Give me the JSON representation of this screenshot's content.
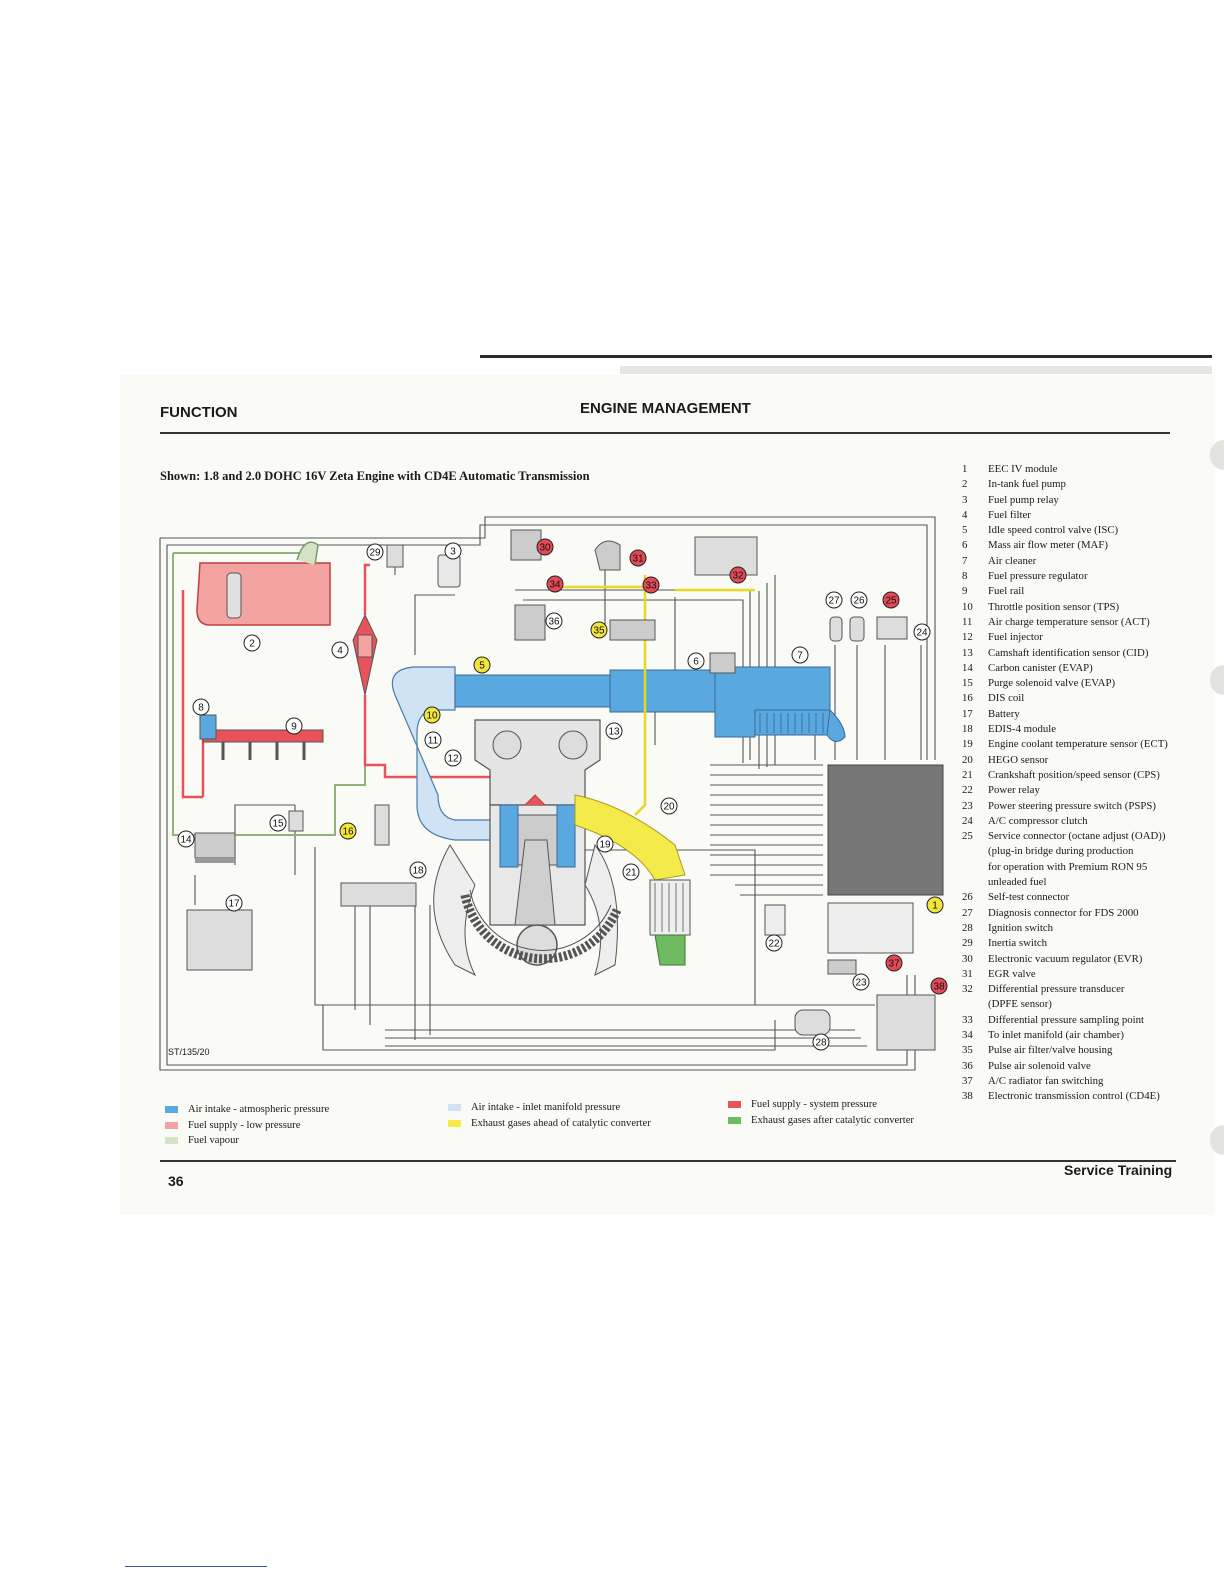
{
  "header": {
    "section": "FUNCTION",
    "title": "ENGINE MANAGEMENT"
  },
  "caption": "Shown: 1.8 and 2.0 DOHC 16V Zeta Engine with CD4E Automatic Transmission",
  "drawing_code": "ST/135/20",
  "footer": {
    "page_number": "36",
    "brand": "Service Training"
  },
  "colors": {
    "air_atmospheric": "#5aa8e0",
    "air_manifold": "#cfe3f4",
    "fuel_low": "#f4a3a3",
    "fuel_system": "#e8525a",
    "fuel_vapour": "#d3e3c3",
    "exhaust_before": "#f4ea4a",
    "exhaust_after": "#6fbb62",
    "marker_red": "#e34a55",
    "marker_yellow": "#f2e53c"
  },
  "parts": [
    {
      "n": "1",
      "t": "EEC IV module"
    },
    {
      "n": "2",
      "t": "In-tank fuel pump"
    },
    {
      "n": "3",
      "t": "Fuel pump relay"
    },
    {
      "n": "4",
      "t": "Fuel filter"
    },
    {
      "n": "5",
      "t": "Idle speed control valve (ISC)"
    },
    {
      "n": "6",
      "t": "Mass air flow meter (MAF)"
    },
    {
      "n": "7",
      "t": "Air cleaner"
    },
    {
      "n": "8",
      "t": "Fuel pressure regulator"
    },
    {
      "n": "9",
      "t": "Fuel rail"
    },
    {
      "n": "10",
      "t": "Throttle position sensor (TPS)"
    },
    {
      "n": "11",
      "t": "Air charge temperature sensor (ACT)"
    },
    {
      "n": "12",
      "t": "Fuel injector"
    },
    {
      "n": "13",
      "t": "Camshaft identification sensor (CID)"
    },
    {
      "n": "14",
      "t": "Carbon canister (EVAP)"
    },
    {
      "n": "15",
      "t": "Purge solenoid valve (EVAP)"
    },
    {
      "n": "16",
      "t": "DIS coil"
    },
    {
      "n": "17",
      "t": "Battery"
    },
    {
      "n": "18",
      "t": "EDIS-4 module"
    },
    {
      "n": "19",
      "t": "Engine coolant temperature sensor (ECT)"
    },
    {
      "n": "20",
      "t": "HEGO sensor"
    },
    {
      "n": "21",
      "t": "Crankshaft position/speed sensor (CPS)"
    },
    {
      "n": "22",
      "t": "Power relay"
    },
    {
      "n": "23",
      "t": "Power steering pressure switch (PSPS)"
    },
    {
      "n": "24",
      "t": "A/C compressor clutch"
    },
    {
      "n": "25",
      "t": "Service connector (octane adjust (OAD))"
    },
    {
      "n": "",
      "t": "(plug-in bridge during production"
    },
    {
      "n": "",
      "t": "for operation with Premium RON 95"
    },
    {
      "n": "",
      "t": "unleaded fuel"
    },
    {
      "n": "26",
      "t": "Self-test connector"
    },
    {
      "n": "27",
      "t": "Diagnosis connector for FDS 2000"
    },
    {
      "n": "28",
      "t": "Ignition switch"
    },
    {
      "n": "29",
      "t": "Inertia switch"
    },
    {
      "n": "30",
      "t": "Electronic vacuum regulator (EVR)"
    },
    {
      "n": "31",
      "t": "EGR valve"
    },
    {
      "n": "32",
      "t": "Differential pressure transducer"
    },
    {
      "n": "",
      "t": "(DPFE sensor)"
    },
    {
      "n": "33",
      "t": "Differential pressure sampling point"
    },
    {
      "n": "34",
      "t": "To inlet manifold (air chamber)"
    },
    {
      "n": "35",
      "t": "Pulse air filter/valve housing"
    },
    {
      "n": "36",
      "t": "Pulse air solenoid valve"
    },
    {
      "n": "37",
      "t": "A/C radiator fan switching"
    },
    {
      "n": "38",
      "t": "Electronic transmission control (CD4E)"
    }
  ],
  "legend": [
    {
      "label": "Air intake - atmospheric pressure",
      "color": "#5aa8e0"
    },
    {
      "label": "Fuel supply - low pressure",
      "color": "#f4a3a3"
    },
    {
      "label": "Fuel vapour",
      "color": "#d3e3c3"
    },
    {
      "label": "Air intake - inlet manifold pressure",
      "color": "#cfe3f4"
    },
    {
      "label": "Exhaust gases ahead of catalytic converter",
      "color": "#f4ea4a"
    },
    {
      "label": "Fuel supply - system pressure",
      "color": "#e8525a"
    },
    {
      "label": "Exhaust gases after catalytic converter",
      "color": "#6fbb62"
    }
  ],
  "markers": [
    {
      "n": "1",
      "style": "yellow"
    },
    {
      "n": "2",
      "style": "plain"
    },
    {
      "n": "3",
      "style": "plain"
    },
    {
      "n": "4",
      "style": "plain"
    },
    {
      "n": "5",
      "style": "yellow"
    },
    {
      "n": "6",
      "style": "plain"
    },
    {
      "n": "7",
      "style": "plain"
    },
    {
      "n": "8",
      "style": "plain"
    },
    {
      "n": "9",
      "style": "plain"
    },
    {
      "n": "10",
      "style": "yellow"
    },
    {
      "n": "11",
      "style": "plain"
    },
    {
      "n": "12",
      "style": "plain"
    },
    {
      "n": "13",
      "style": "plain"
    },
    {
      "n": "14",
      "style": "plain"
    },
    {
      "n": "15",
      "style": "plain"
    },
    {
      "n": "16",
      "style": "yellow"
    },
    {
      "n": "17",
      "style": "plain"
    },
    {
      "n": "18",
      "style": "plain"
    },
    {
      "n": "19",
      "style": "plain"
    },
    {
      "n": "20",
      "style": "plain"
    },
    {
      "n": "21",
      "style": "plain"
    },
    {
      "n": "22",
      "style": "plain"
    },
    {
      "n": "23",
      "style": "plain"
    },
    {
      "n": "24",
      "style": "plain"
    },
    {
      "n": "25",
      "style": "red"
    },
    {
      "n": "26",
      "style": "plain"
    },
    {
      "n": "27",
      "style": "plain"
    },
    {
      "n": "28",
      "style": "plain"
    },
    {
      "n": "29",
      "style": "plain"
    },
    {
      "n": "30",
      "style": "red"
    },
    {
      "n": "31",
      "style": "red"
    },
    {
      "n": "32",
      "style": "red"
    },
    {
      "n": "33",
      "style": "red"
    },
    {
      "n": "34",
      "style": "red"
    },
    {
      "n": "35",
      "style": "yellow"
    },
    {
      "n": "36",
      "style": "plain"
    },
    {
      "n": "37",
      "style": "red"
    },
    {
      "n": "38",
      "style": "red"
    }
  ]
}
